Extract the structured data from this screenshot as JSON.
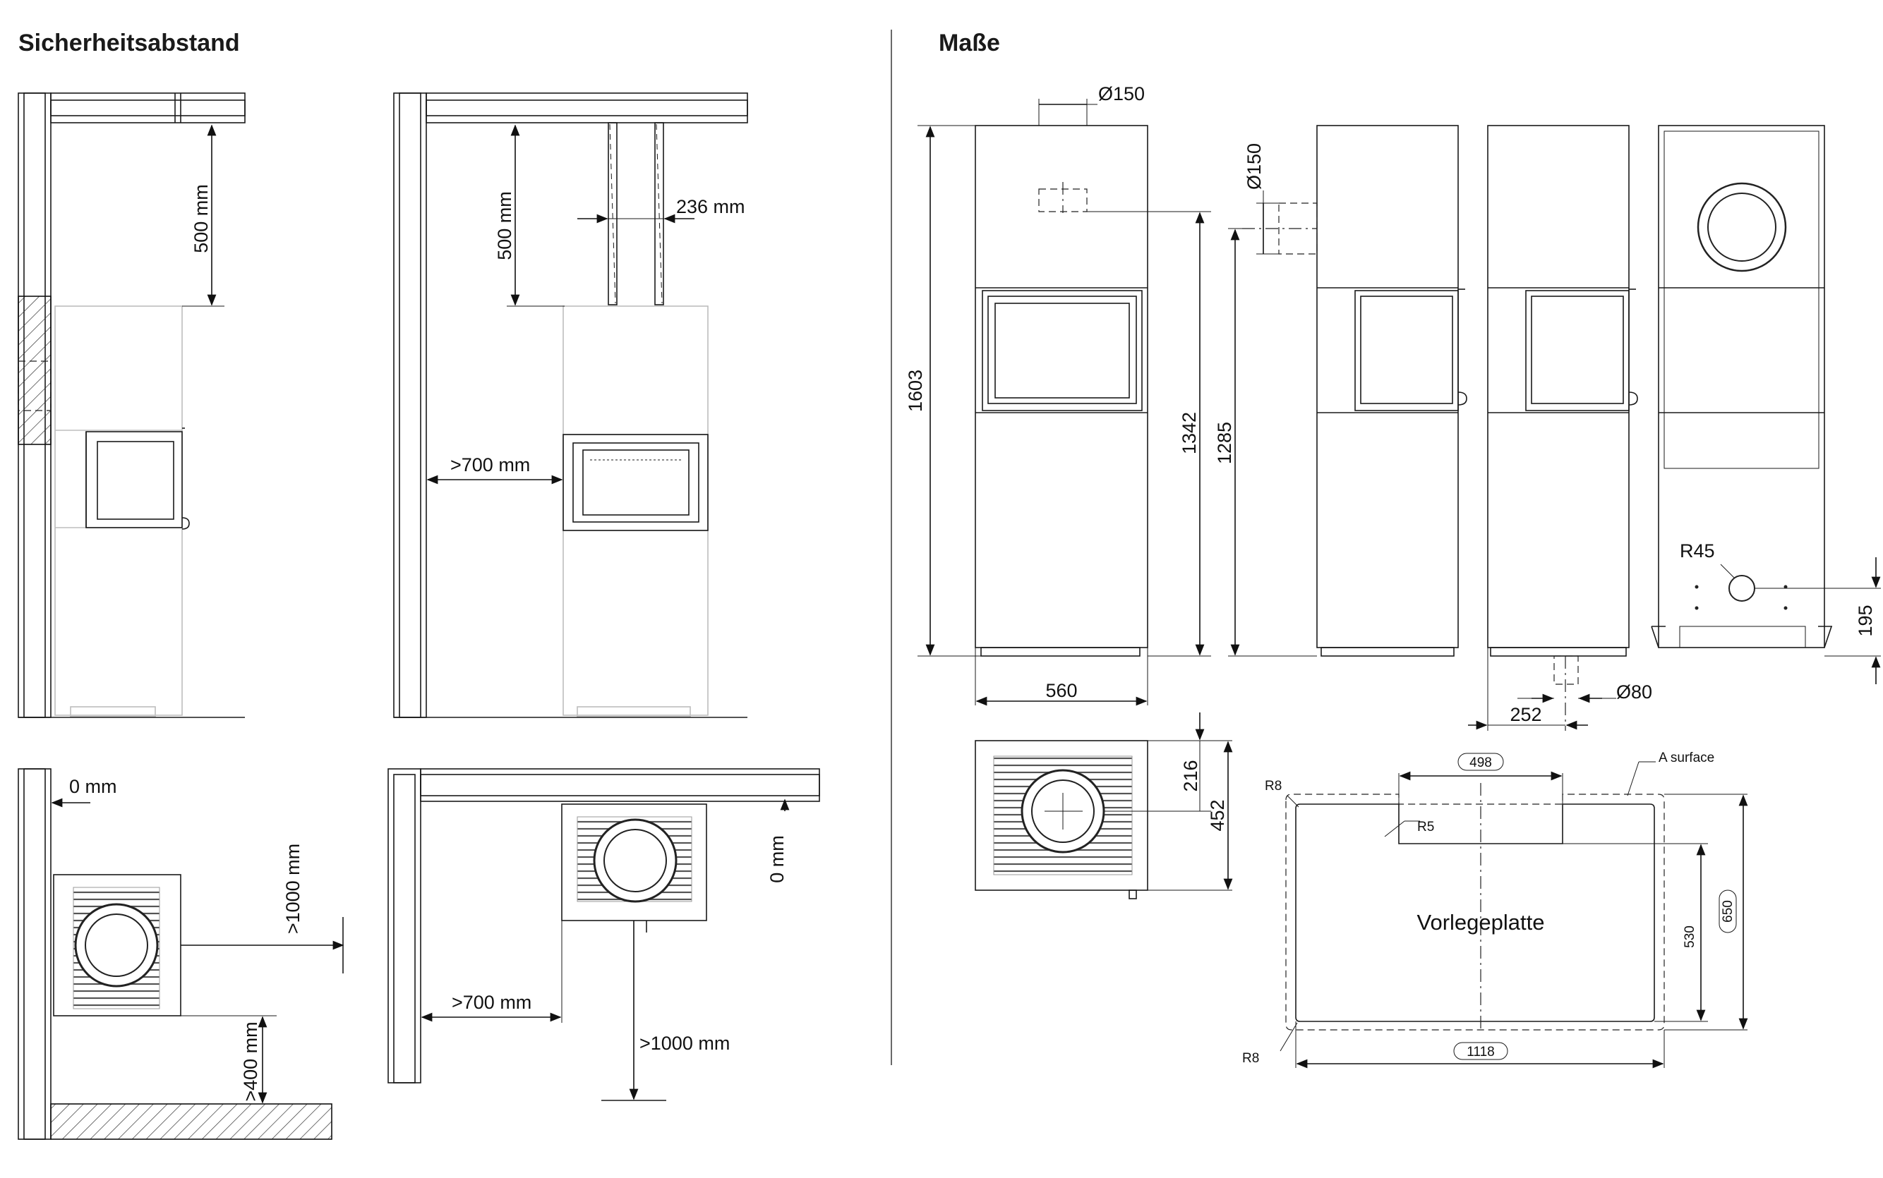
{
  "headings": {
    "left": "Sicherheitsabstand",
    "right": "Maße"
  },
  "clearances": {
    "ceiling_1": "500 mm",
    "ceiling_2": "500 mm",
    "flue_gap": "236 mm",
    "side_front": ">700 mm",
    "rear_plan": "0 mm",
    "front_plan_1": ">1000 mm",
    "floor_side": ">400 mm",
    "corner_rear": "0 mm",
    "corner_side": ">700 mm",
    "front_plan_2": ">1000 mm"
  },
  "dimensions": {
    "flue_top": "Ø150",
    "flue_side": "Ø150",
    "total_height": "1603",
    "flue_axis_top": "1342",
    "flue_axis_side": "1285",
    "width": "560",
    "depth_offset": "252",
    "air_inlet": "Ø80",
    "radius": "R45",
    "inlet_height": "195",
    "plan_axis": "216",
    "plan_depth": "452"
  },
  "plate": {
    "title": "Vorlegeplatte",
    "notch_width": "498",
    "surface_note": "A surface",
    "corner_radius_tl": "R8",
    "corner_radius_bl": "R8",
    "notch_radius": "R5",
    "inner_depth": "530",
    "total_depth": "650",
    "total_width": "1118"
  }
}
